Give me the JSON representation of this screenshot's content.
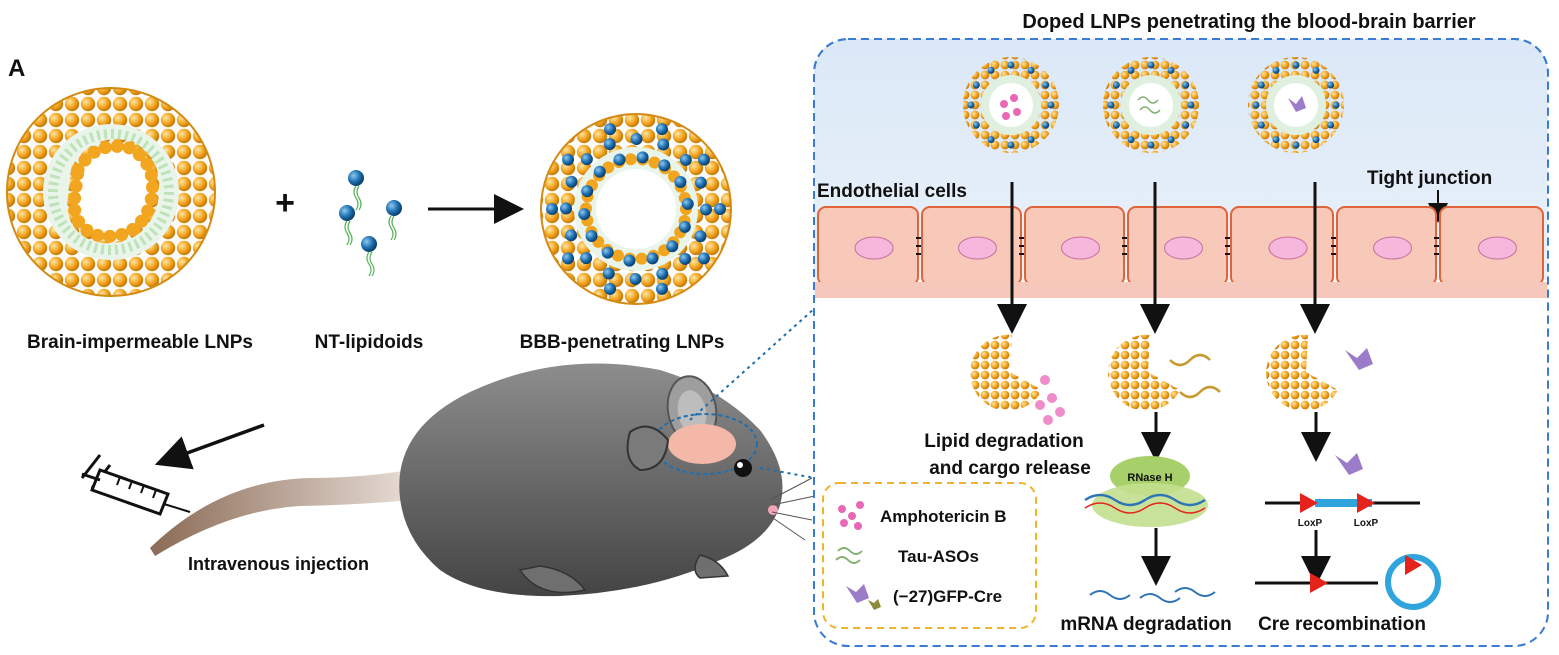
{
  "panel_label": "A",
  "header_title": "Doped LNPs penetrating the blood-brain barrier",
  "left": {
    "lnp_brain_impermeable_label": "Brain-impermeable LNPs",
    "plus_sign": "+",
    "nt_lipidoids_label": "NT-lipidoids",
    "bbb_penetrating_label": "BBB-penetrating LNPs"
  },
  "mouse": {
    "injection_label": "Intravenous injection"
  },
  "barrier": {
    "endothelial_label": "Endothelial cells",
    "tight_junction_label": "Tight junction"
  },
  "pathways": {
    "lipid_degradation_line1": "Lipid degradation",
    "lipid_degradation_line2": "and cargo release",
    "rnase_label": "RNase H",
    "mrna_label": "mRNA degradation",
    "loxp_left": "LoxP",
    "loxp_right": "LoxP",
    "cre_label": "Cre recombination"
  },
  "legend": {
    "items": [
      "Amphotericin B",
      "Tau-ASOs",
      "(−27)GFP-Cre"
    ]
  },
  "colors": {
    "lipid_orange": "#f2a51f",
    "nt_blue": "#1d6fb0",
    "endothelial_fill": "#f8c9b8",
    "endothelial_border": "#e0643a",
    "nucleus_pink": "#f6b7dc",
    "box_border": "#3a7bd5",
    "legend_border": "#f0b429",
    "loxp_red": "#e5231b",
    "rnase_green": "#a8d06a",
    "circle_blue": "#1f9ed8"
  }
}
